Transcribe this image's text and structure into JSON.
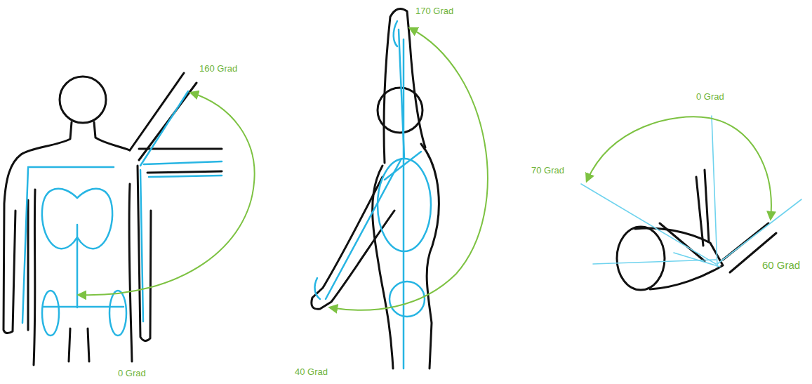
{
  "diagram": {
    "labels": [
      "170 Grad",
      "160 Grad",
      "0 Grad",
      "70 Grad",
      "60 Grad",
      "0 Grad",
      "40 Grad"
    ]
  }
}
